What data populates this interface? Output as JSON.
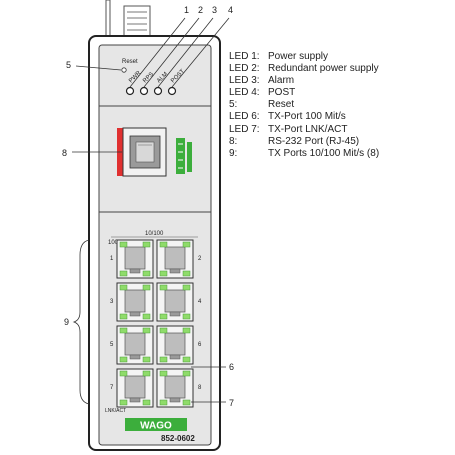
{
  "device": {
    "model": "852-0602",
    "reset_label": "Reset",
    "led_labels": [
      "PWR",
      "RPS",
      "ALM",
      "POST"
    ],
    "port_group_label": "10/100",
    "speed_label": "100",
    "linkact_label": "LNK/ACT",
    "left_port_numbers": [
      "1",
      "3",
      "5",
      "7"
    ],
    "right_port_numbers": [
      "2",
      "4",
      "6",
      "8"
    ],
    "rs232_side_text": "",
    "logo_text": "WAGO"
  },
  "callouts": {
    "c1": "1",
    "c2": "2",
    "c3": "3",
    "c4": "4",
    "c5": "5",
    "c6": "6",
    "c7": "7",
    "c8": "8",
    "c9": "9"
  },
  "legend": [
    {
      "key": "LED 1:",
      "text": "Power supply"
    },
    {
      "key": "LED 2:",
      "text": "Redundant power supply"
    },
    {
      "key": "LED 3:",
      "text": "Alarm"
    },
    {
      "key": "LED 4:",
      "text": "POST"
    },
    {
      "key": "5:",
      "text": "Reset"
    },
    {
      "key": "LED 6:",
      "text": "TX-Port 100 Mit/s"
    },
    {
      "key": "LED 7:",
      "text": "TX-Port LNK/ACT"
    },
    {
      "key": "8:",
      "text": "RS-232 Port (RJ-45)"
    },
    {
      "key": "9:",
      "text": "TX Ports 10/100 Mit/s (8)"
    }
  ],
  "colors": {
    "led_green": "#8fdc6a",
    "rs232_red": "#e03030",
    "brand_green": "#3cae3c",
    "panel_gray": "#e6e6e6"
  }
}
